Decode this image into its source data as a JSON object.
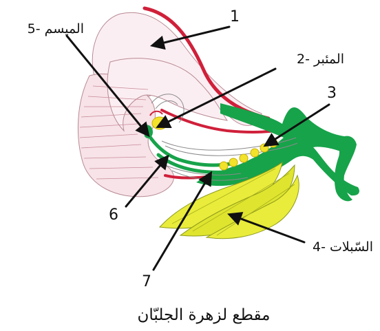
{
  "labels": {
    "l1": "1",
    "l2": "2- المئبر",
    "l3": "3",
    "l4": "4- السّبلات",
    "l5": "5- الميسم",
    "l6": "6",
    "l7": "7"
  },
  "caption": "مقطع لزهرة الجلبّان",
  "colors": {
    "petal_outline": "#d0203a",
    "petal_fill": "#f7e3e8",
    "stem_green": "#17a34a",
    "sepal_yellow": "#e9ec3a",
    "ovule_yellow": "#f2e22b",
    "arrow": "#111111"
  }
}
